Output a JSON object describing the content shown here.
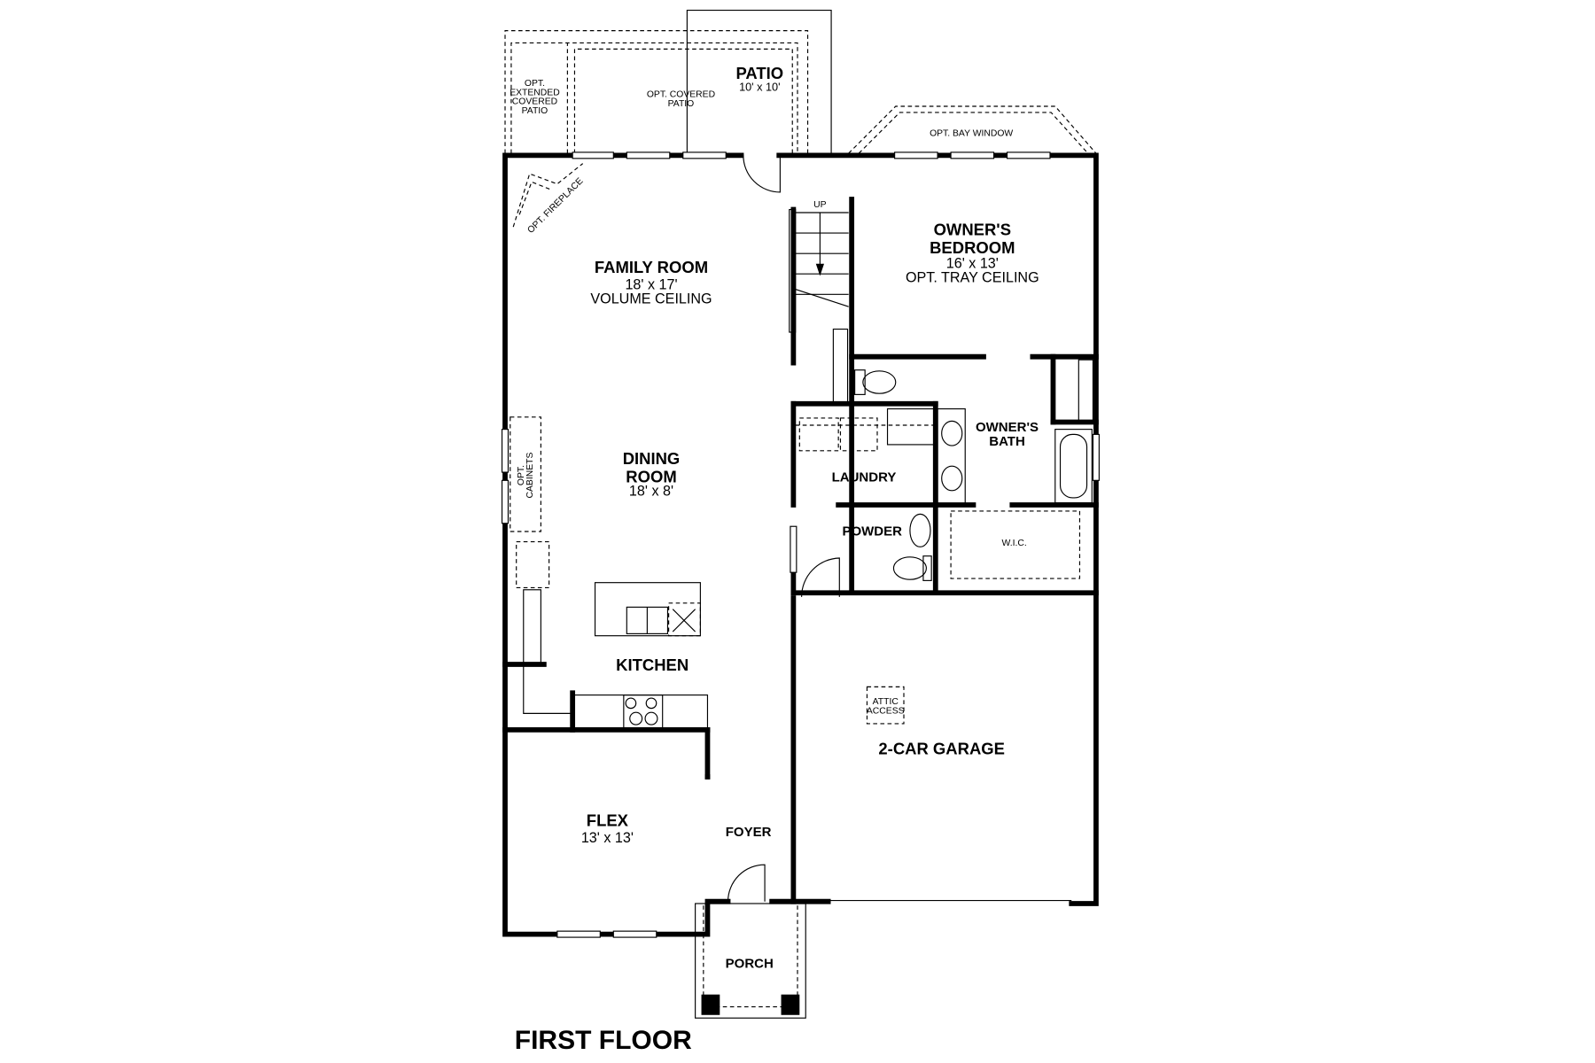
{
  "title": "FIRST FLOOR",
  "rooms": {
    "patio": {
      "name": "PATIO",
      "size": "10' x 10'"
    },
    "opt_covered_patio": [
      "OPT. COVERED",
      "PATIO"
    ],
    "opt_extended_patio": [
      "OPT.",
      "EXTENDED",
      "COVERED",
      "PATIO"
    ],
    "opt_bay_window": "OPT. BAY WINDOW",
    "opt_fireplace": "OPT. FIREPLACE",
    "family_room": {
      "name": "FAMILY ROOM",
      "size": "18' x 17'",
      "note": "VOLUME CEILING"
    },
    "owners_bedroom": {
      "name1": "OWNER'S",
      "name2": "BEDROOM",
      "size": "16' x 13'",
      "note": "OPT. TRAY CEILING"
    },
    "stairs": "UP",
    "owners_bath": {
      "name1": "OWNER'S",
      "name2": "BATH"
    },
    "laundry": "LAUNDRY",
    "powder": "POWDER",
    "wic": "W.I.C.",
    "dining_room": {
      "name1": "DINING",
      "name2": "ROOM",
      "size": "18' x 8'"
    },
    "opt_cabinets": [
      "OPT.",
      "CABINETS"
    ],
    "kitchen": "KITCHEN",
    "attic_access": [
      "ATTIC",
      "ACCESS"
    ],
    "garage": "2-CAR GARAGE",
    "flex": {
      "name": "FLEX",
      "size": "13' x 13'"
    },
    "foyer": "FOYER",
    "porch": "PORCH"
  }
}
